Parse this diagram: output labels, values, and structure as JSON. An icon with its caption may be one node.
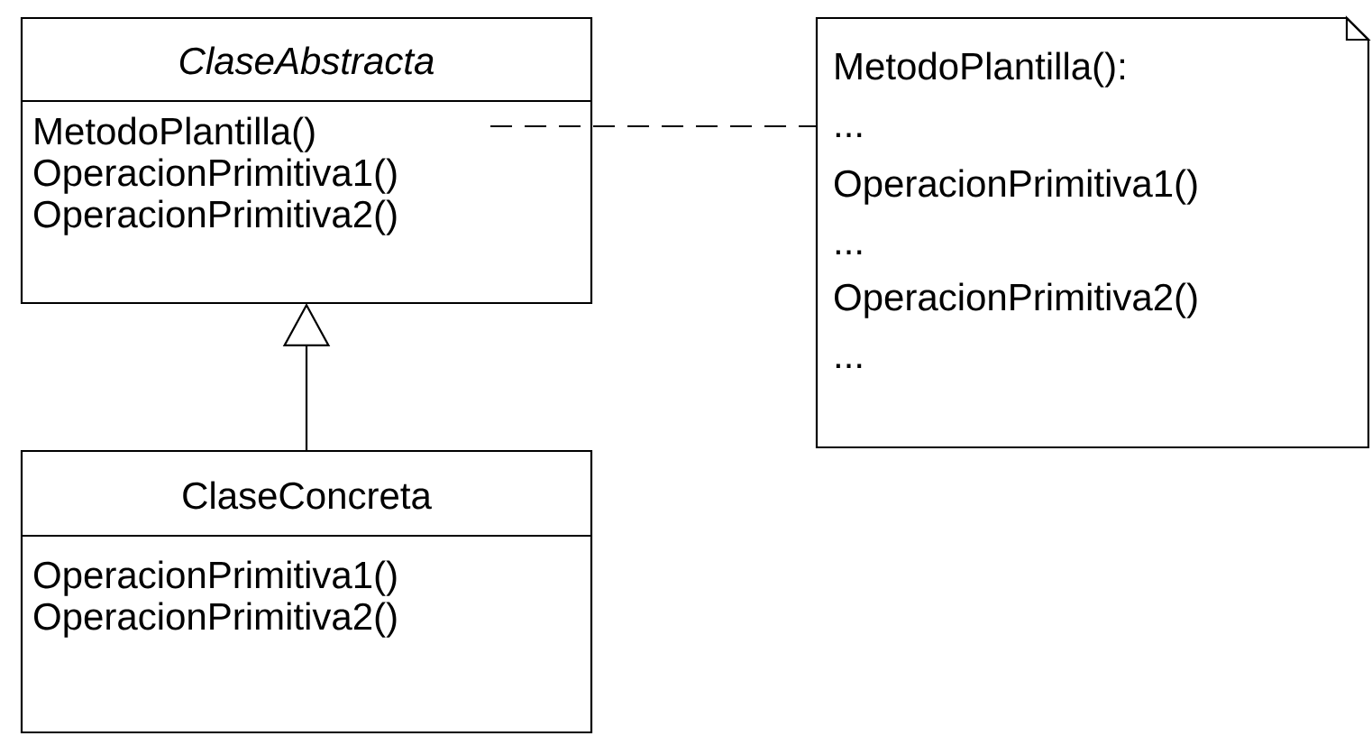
{
  "diagram": {
    "nodes": [
      {
        "text": [
          "ClaseAbstracta",
          "MetodoPlantilla()",
          "OperacionPrimitiva1()",
          "OperacionPrimitiva2()"
        ]
      },
      {
        "text": [
          "ClaseConcreta",
          "OperacionPrimitiva1()",
          "OperacionPrimitiva2()"
        ]
      },
      {
        "text": [
          "MetodoPlantilla():",
          "...",
          "OperacionPrimitiva1()",
          "...",
          "OperacionPrimitiva2()",
          "..."
        ]
      }
    ],
    "edges": [
      {
        "from": 1,
        "to": 0,
        "arrow": "to"
      },
      {
        "from": 0,
        "to": 2,
        "arrow": "none",
        "style": "dashed"
      }
    ]
  }
}
